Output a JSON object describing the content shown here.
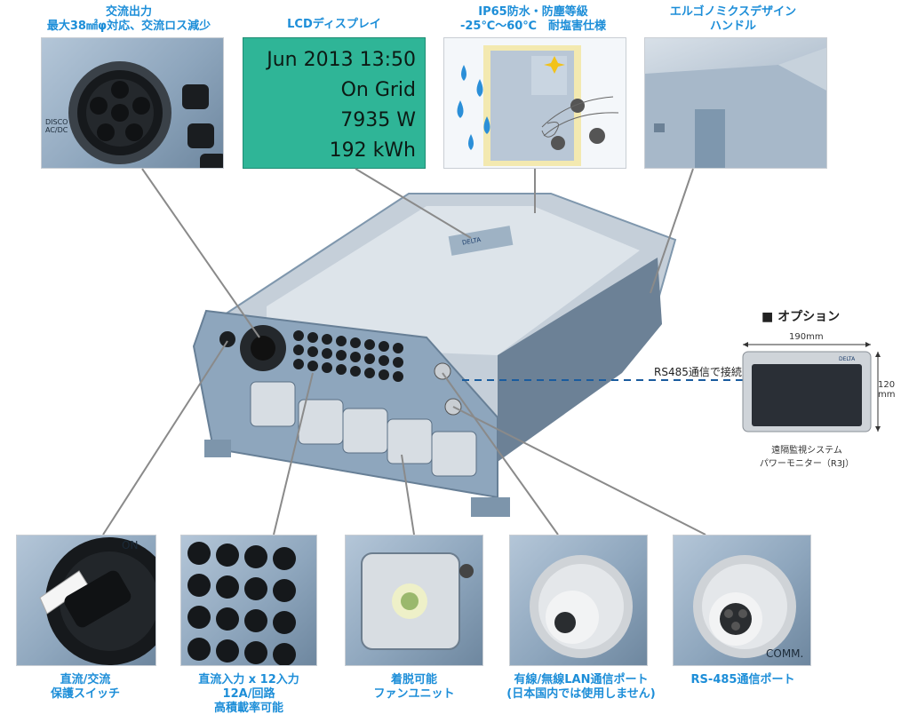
{
  "labels": {
    "ac_output": [
      "交流出力",
      "最大38㎟φ対応、交流ロス減少"
    ],
    "lcd": "LCDディスプレイ",
    "ip65": [
      "IP65防水・防塵等級",
      "-25℃〜60℃　耐塩害仕様"
    ],
    "handle": [
      "エルゴノミクスデザイン",
      "ハンドル"
    ],
    "dc_switch": [
      "直流/交流",
      "保護スイッチ"
    ],
    "dc_input": [
      "直流入力 x 12入力",
      "12A/回路",
      "高積載率可能"
    ],
    "fan": [
      "着脱可能",
      "ファンユニット"
    ],
    "lan": [
      "有線/無線LAN通信ポート",
      "(日本国内では使用しません)"
    ],
    "rs485": "RS-485通信ポート"
  },
  "lcd_display": {
    "line1": "Jun 2013 13:50",
    "line2": "On  Grid",
    "line3": "7935  W",
    "line4": "192  kWh"
  },
  "option": {
    "title": "■ オプション",
    "width_dim": "190mm",
    "height_dim": "120\nmm",
    "connection": "RS485通信で接続",
    "caption": [
      "遠隔監視システム",
      "パワーモニター（R3J）"
    ],
    "brand": "DELTA"
  },
  "product": {
    "brand": "DELTA"
  },
  "photo_text": {
    "switch_on": "ON",
    "panel_disco": "DISCO\nAC/DC",
    "comm": "COMM."
  },
  "colors": {
    "label_blue": "#1d8ed8",
    "lcd_green": "#2fb597",
    "body_blue": "#8ea6bd",
    "leader_gray": "#8a8a8a",
    "dash_blue": "#1a5c9e"
  }
}
